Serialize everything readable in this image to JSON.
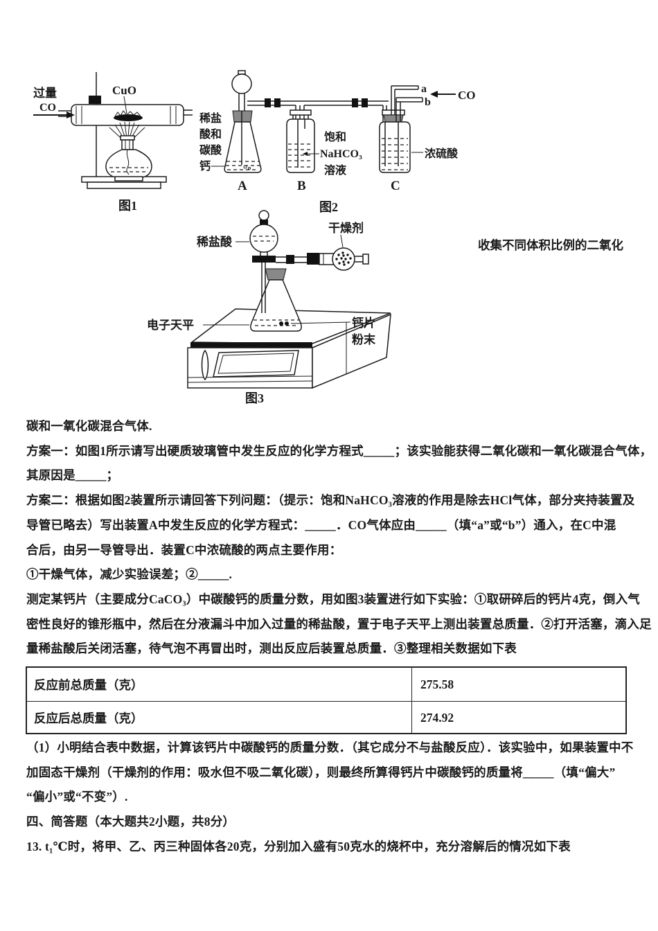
{
  "page": {
    "background": "#ffffff",
    "text_color": "#1a1a1a"
  },
  "figures": {
    "fig1": {
      "gas_in_line1": "过量",
      "gas_in_line2": "CO",
      "cuo_label": "CuO",
      "caption": "图1"
    },
    "fig2": {
      "flask_a_label_l1": "稀盐",
      "flask_a_label_l2": "酸和",
      "flask_a_label_l3": "碳酸",
      "flask_a_label_l4": "钙",
      "bottle_b_label_l1": "饱和",
      "bottle_b_label_l2": "NaHCO₃",
      "bottle_b_label_l3": "溶液",
      "bottle_c_label": "浓硫酸",
      "vessel_a": "A",
      "vessel_b": "B",
      "vessel_c": "C",
      "port_a": "a",
      "port_b": "b",
      "co_in": "CO",
      "caption": "图2"
    },
    "fig3": {
      "acid_label": "稀盐酸",
      "desiccant_label": "干燥剂",
      "balance_label": "电子天平",
      "tablet_label_l1": "钙片",
      "tablet_label_l2": "粉末",
      "caption": "图3"
    },
    "side_note": "收集不同体积比例的二氧化"
  },
  "body": {
    "lines": [
      "碳和一氧化碳混合气体.",
      "方案一：如图1所示请写出硬质玻璃管中发生反应的化学方程式_____；该实验能获得二氧化碳和一氧化碳混合气体，",
      "其原因是_____；",
      "方案二：根据如图2装置所示请回答下列问题：（提示：饱和NaHCO₃溶液的作用是除去HCl气体，部分夹持装置及",
      "导管已略去）写出装置A中发生反应的化学方程式：_____．CO气体应由_____（填“a”或“b”）通入，在C中混",
      "合后，由另一导管导出．装置C中浓硫酸的两点主要作用：",
      "①干燥气体，减少实验误差；②_____.",
      "测定某钙片（主要成分CaCO₃）中碳酸钙的质量分数，用如图3装置进行如下实验：①取研碎后的钙片4克，倒入气",
      "密性良好的锥形瓶中，然后在分液漏斗中加入过量的稀盐酸，置于电子天平上测出装置总质量．②打开活塞，滴入足",
      "量稀盐酸后关闭活塞，待气泡不再冒出时，测出反应后装置总质量．③整理相关数据如下表"
    ]
  },
  "table": {
    "rows": [
      {
        "label": "反应前总质量（克）",
        "value": "275.58"
      },
      {
        "label": "反应后总质量（克）",
        "value": "274.92"
      }
    ]
  },
  "after_table": {
    "lines": [
      "（1）小明结合表中数据，计算该钙片中碳酸钙的质量分数．（其它成分不与盐酸反应）．该实验中，如果装置中不",
      "加固态干燥剂（干燥剂的作用：吸水但不吸二氧化碳），则最终所算得钙片中碳酸钙的质量将_____（填“偏大”",
      "“偏小”或“不变”）.",
      "四、简答题（本大题共2小题，共8分）",
      "13. t₁℃时，将甲、乙、丙三种固体各20克，分别加入盛有50克水的烧杯中，充分溶解后的情况如下表"
    ]
  }
}
